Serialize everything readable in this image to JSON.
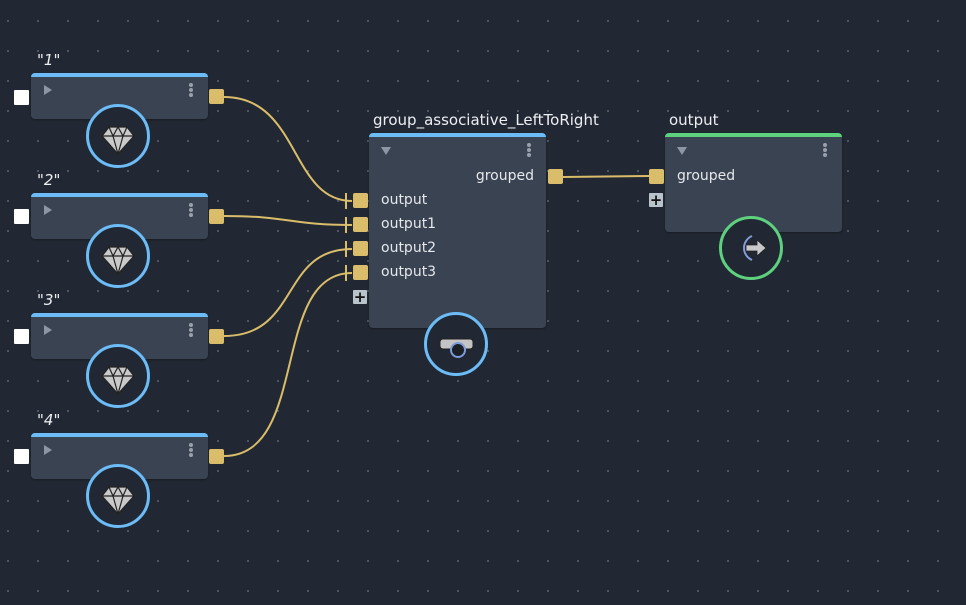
{
  "canvas": {
    "colors": {
      "background": "#222833",
      "node_body": "#3a4352",
      "value_node_accent": "#6cbcf7",
      "output_node_accent": "#5ed17f",
      "wire": "#d9bd6a",
      "port": "#d9bd6a"
    }
  },
  "value_nodes": [
    {
      "title": "\"1\"",
      "icon": "diamond-icon",
      "expand_icon": "triangle-right-icon",
      "menu_icon": "kebab-menu-icon"
    },
    {
      "title": "\"2\"",
      "icon": "diamond-icon",
      "expand_icon": "triangle-right-icon",
      "menu_icon": "kebab-menu-icon"
    },
    {
      "title": "\"3\"",
      "icon": "diamond-icon",
      "expand_icon": "triangle-right-icon",
      "menu_icon": "kebab-menu-icon"
    },
    {
      "title": "\"4\"",
      "icon": "diamond-icon",
      "expand_icon": "triangle-right-icon",
      "menu_icon": "kebab-menu-icon"
    }
  ],
  "group_node": {
    "title": "group_associative_LeftToRight",
    "output_port": "grouped",
    "inputs": [
      "output",
      "output1",
      "output2",
      "output3"
    ],
    "add_input_label": "+",
    "icon": "group-icon"
  },
  "output_node": {
    "title": "output",
    "inputs": [
      "grouped"
    ],
    "add_input_label": "+",
    "icon": "output-arrow-icon"
  },
  "connections": [
    {
      "from": "\"1\"",
      "to": "group_associative_LeftToRight.output"
    },
    {
      "from": "\"2\"",
      "to": "group_associative_LeftToRight.output1"
    },
    {
      "from": "\"3\"",
      "to": "group_associative_LeftToRight.output2"
    },
    {
      "from": "\"4\"",
      "to": "group_associative_LeftToRight.output3"
    },
    {
      "from": "group_associative_LeftToRight.grouped",
      "to": "output.grouped"
    }
  ]
}
